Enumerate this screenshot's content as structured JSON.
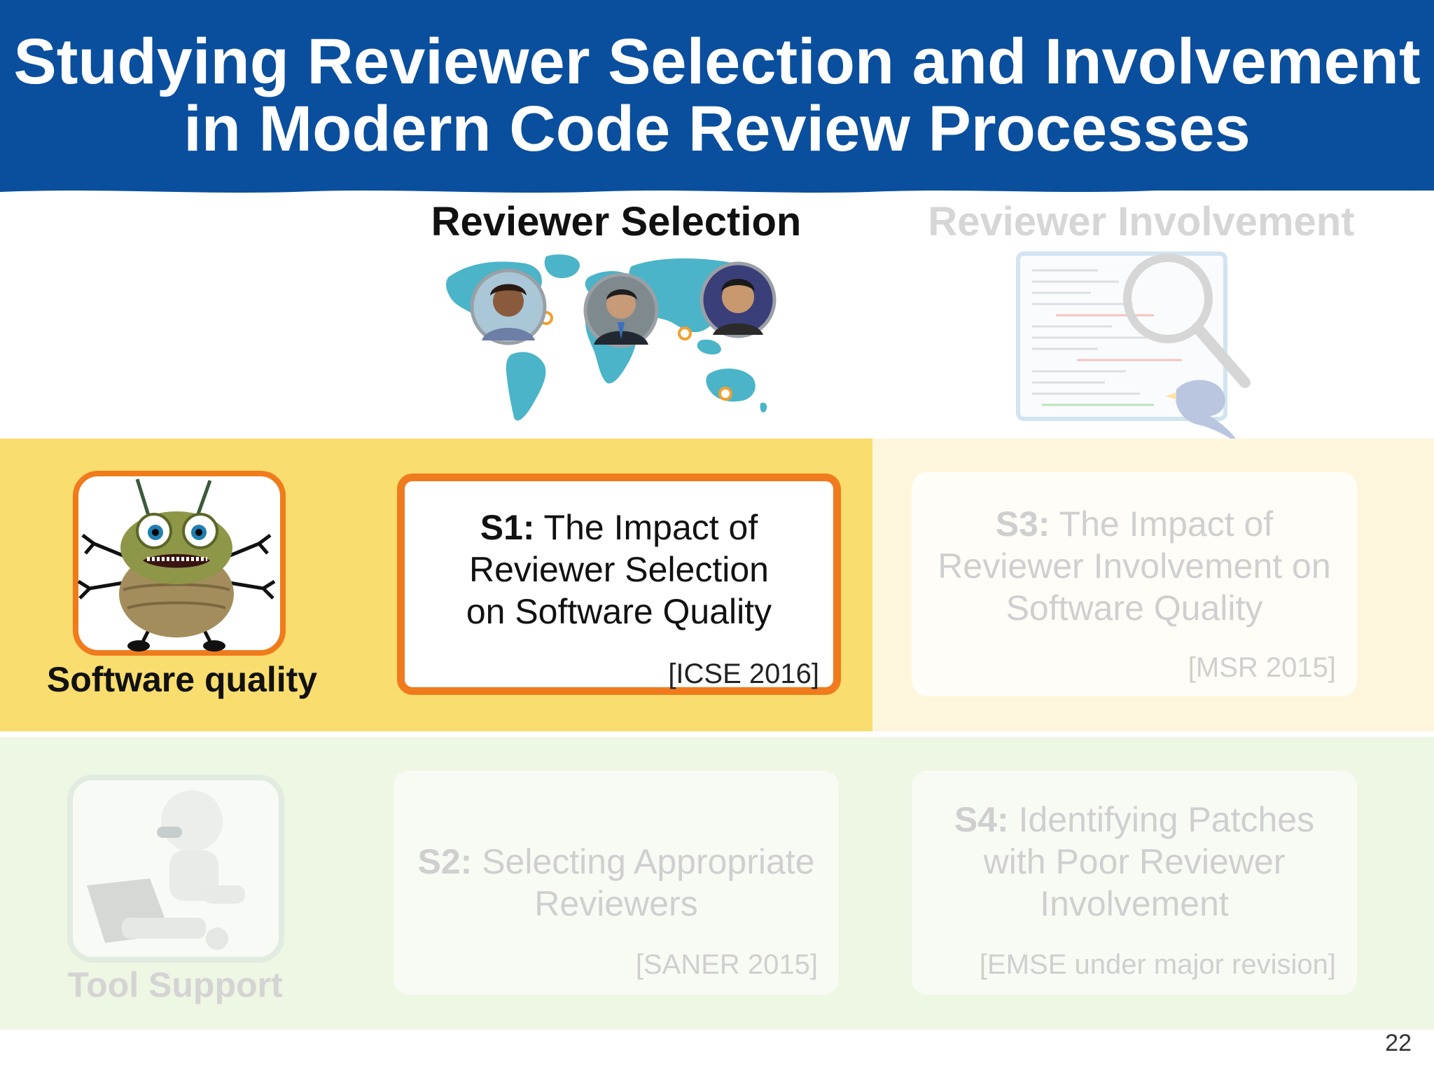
{
  "title": {
    "line1": "Studying Reviewer Selection and Involvement",
    "line2": "in Modern Code Review Processes"
  },
  "columns": {
    "selection": "Reviewer Selection",
    "involvement": "Reviewer Involvement"
  },
  "rows": {
    "quality": "Software quality",
    "tool": "Tool Support"
  },
  "cards": {
    "s1": {
      "id": "S1:",
      "text_lines": [
        "The Impact of",
        "Reviewer Selection",
        "on Software Quality"
      ],
      "venue": "[ICSE 2016]"
    },
    "s2": {
      "id": "S2:",
      "text_lines": [
        "Selecting Appropriate",
        "Reviewers"
      ],
      "venue": "[SANER 2015]"
    },
    "s3": {
      "id": "S3:",
      "text_lines": [
        "The Impact of",
        "Reviewer Involvement on",
        "Software Quality"
      ],
      "venue": "[MSR 2015]"
    },
    "s4": {
      "id": "S4:",
      "text_lines": [
        "Identifying Patches",
        "with Poor Reviewer",
        "Involvement"
      ],
      "venue": "[EMSE under major revision]"
    }
  },
  "page_number": "22",
  "colors": {
    "banner": "#0a4f9e",
    "highlight_orange": "#f07b1c",
    "band_yellow": "#f9dd6e",
    "band_green": "#eef6e4",
    "map_blue": "#4bb4c8"
  },
  "icons": {
    "map": "world-map-with-reviewer-photos",
    "magnifier": "code-magnifier-icon",
    "bug": "bug-mascot-icon",
    "robot": "robot-laptop-icon"
  }
}
